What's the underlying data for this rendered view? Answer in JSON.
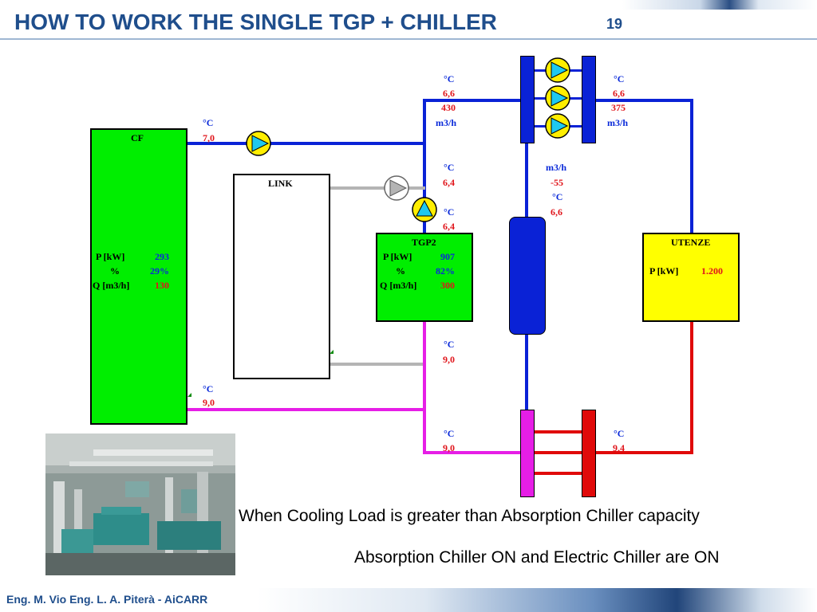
{
  "header": {
    "title": "HOW TO WORK THE SINGLE TGP + CHILLER",
    "page_number": "19"
  },
  "units": {
    "celsius": "°C",
    "flow": "m3/h"
  },
  "cf": {
    "name": "CF",
    "p_label": "P [kW]",
    "p_value": "293",
    "pct_label": "%",
    "pct_value": "29%",
    "q_label": "Q [m3/h]",
    "q_value": "130",
    "supply_temp": "7,0",
    "return_temp": "9,0"
  },
  "link": {
    "name": "LINK"
  },
  "tgp2": {
    "name": "TGP2",
    "p_label": "P [kW]",
    "p_value": "907",
    "pct_label": "%",
    "pct_value": "82%",
    "q_label": "Q [m3/h]",
    "q_value": "300",
    "inlet_temp_1": "6,4",
    "inlet_temp_2": "6,4",
    "outlet_temp": "9,0"
  },
  "header_left": {
    "temp": "6,6",
    "flow": "430"
  },
  "header_right": {
    "temp": "6,6",
    "flow": "375"
  },
  "bypass": {
    "flow": "-55",
    "temp": "6,6"
  },
  "return_left": {
    "temp": "9,0"
  },
  "return_right": {
    "temp": "9,4"
  },
  "utenze": {
    "name": "UTENZE",
    "p_label": "P [kW]",
    "p_value": "1.200"
  },
  "captions": {
    "line1": "When Cooling Load is greater than Absorption Chiller capacity",
    "line2": "Absorption Chiller ON and Electric Chiller are ON"
  },
  "footer": {
    "authors": "Eng. M. Vio Eng. L. A. Piterà - AiCARR"
  },
  "colors": {
    "title": "#1f4e8c",
    "supply_pipe": "#0a22d6",
    "return_pipe": "#e61ee6",
    "link_pipe": "#b4b4b4",
    "hot_pipe": "#e00a0a",
    "unit_green": "#00ee00",
    "utenze_yellow": "#ffff00",
    "pump_cyan": "#1ec8f0",
    "pump_yellow": "#ffee00"
  },
  "photo": {
    "subject": "plant-room-photo"
  }
}
